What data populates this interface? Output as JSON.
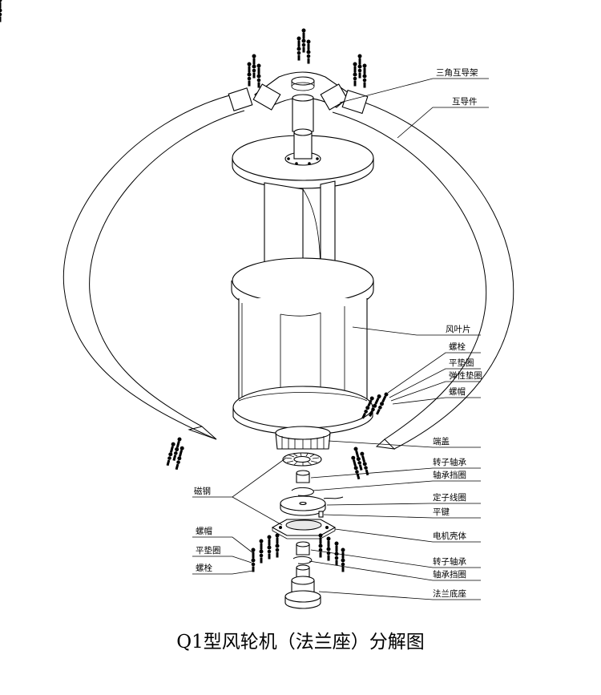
{
  "title": "Q1型风轮机（法兰座）分解图",
  "labels": {
    "triangle_frame": "三角互导架",
    "link_piece": "互导件",
    "blade": "风叶片",
    "bolt_r": "螺栓",
    "flat_washer_r": "平垫圈",
    "spring_washer_r": "弹性垫圈",
    "nut_r": "螺帽",
    "end_cover": "端盖",
    "rotor_bearing_top": "转子轴承",
    "bearing_ring_top": "轴承挡圈",
    "magnet": "磁钢",
    "stator_coil": "定子线圈",
    "flat_key": "平键",
    "motor_housing": "电机壳体",
    "nut_l": "螺帽",
    "flat_washer_l": "平垫圈",
    "bolt_l": "螺栓",
    "rotor_bearing_bottom": "转子轴承",
    "bearing_ring_bottom": "轴承挡圈",
    "flange_base": "法兰底座"
  },
  "colors": {
    "line": "#000000",
    "background": "#ffffff"
  }
}
